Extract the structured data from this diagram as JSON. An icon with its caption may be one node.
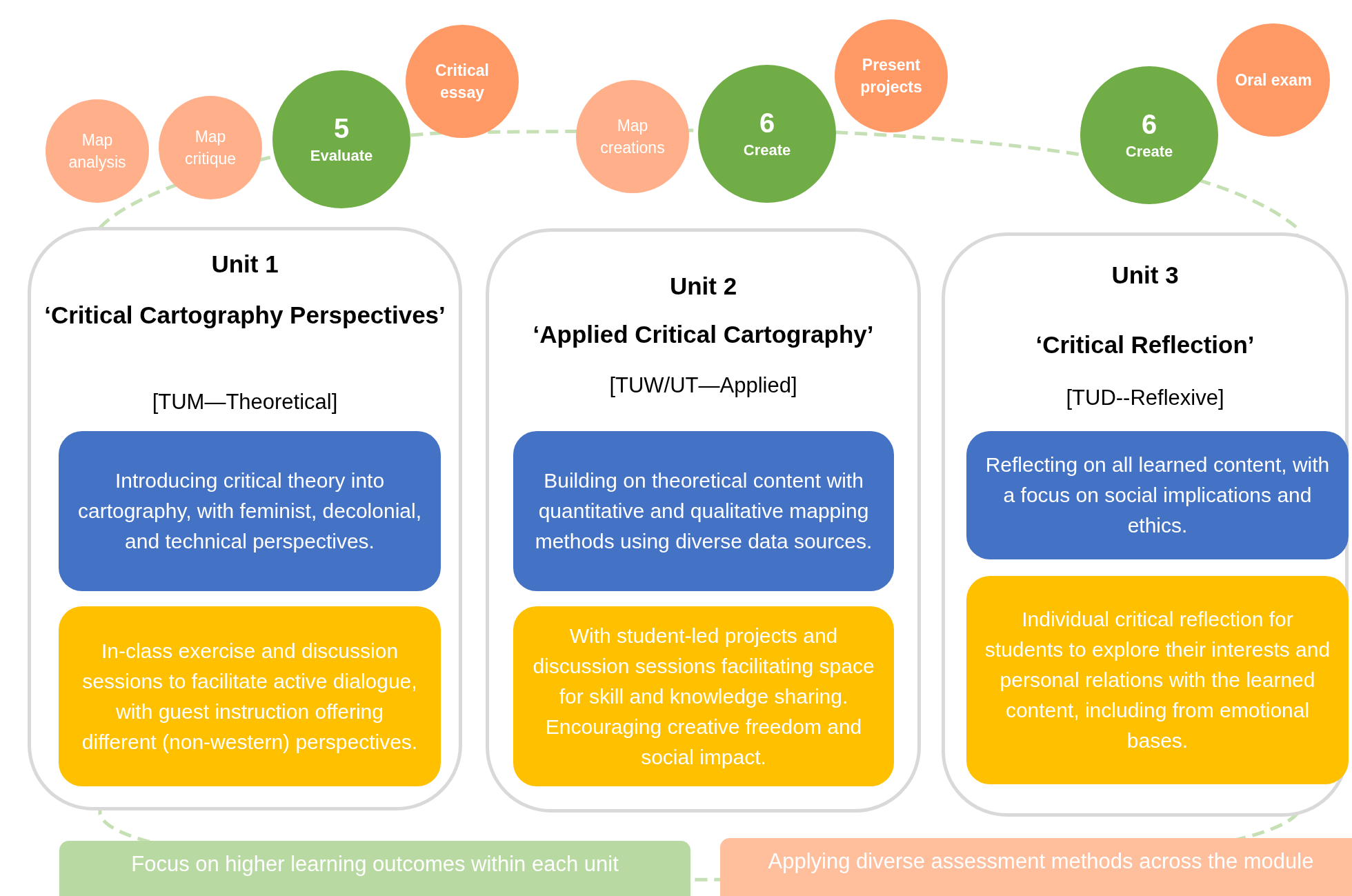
{
  "diagram": {
    "nodes": [
      {
        "text": [
          "Map analysis"
        ]
      },
      {
        "text": [
          "Map critique"
        ]
      },
      {
        "text": [
          "5",
          "Evaluate"
        ]
      },
      {
        "text": [
          "Critical essay"
        ]
      },
      {
        "text": [
          "Map creations"
        ]
      },
      {
        "text": [
          "6",
          "Create"
        ]
      },
      {
        "text": [
          "Present projects"
        ]
      },
      {
        "text": [
          "6",
          "Create"
        ]
      },
      {
        "text": [
          "Oral exam"
        ]
      },
      {
        "text": [
          "Unit 1",
          "‘Critical Cartography Perspectives’",
          "[TUM—Theoretical]"
        ]
      },
      {
        "text": [
          "Introducing critical theory into cartography, with feminist, decolonial, and technical perspectives."
        ],
        "in": 9
      },
      {
        "text": [
          "In-class exercise and discussion sessions to facilitate active dialogue, with guest instruction offering different (non-western) perspectives."
        ],
        "in": 9
      },
      {
        "text": [
          "Unit 2",
          "‘Applied Critical Cartography’",
          "[TUW/UT—Applied]"
        ]
      },
      {
        "text": [
          "Building on theoretical content with quantitative and qualitative mapping methods using diverse data sources."
        ],
        "in": 12
      },
      {
        "text": [
          "With student-led projects and discussion sessions facilitating space for skill and knowledge sharing. Encouraging creative freedom and social impact."
        ],
        "in": 12
      },
      {
        "text": [
          "Unit 3",
          "‘Critical Reflection’",
          "[TUD--Reflexive]"
        ]
      },
      {
        "text": [
          "Reflecting on all learned content, with a focus on social implications and ethics."
        ],
        "in": 15
      },
      {
        "text": [
          "Individual critical reflection for students to explore their interests and personal relations with the learned content, including from emotional bases."
        ],
        "in": 15
      },
      {
        "text": [
          "Focus on higher learning outcomes within each unit"
        ]
      },
      {
        "text": [
          "Applying diverse assessment methods across the module"
        ]
      }
    ]
  }
}
